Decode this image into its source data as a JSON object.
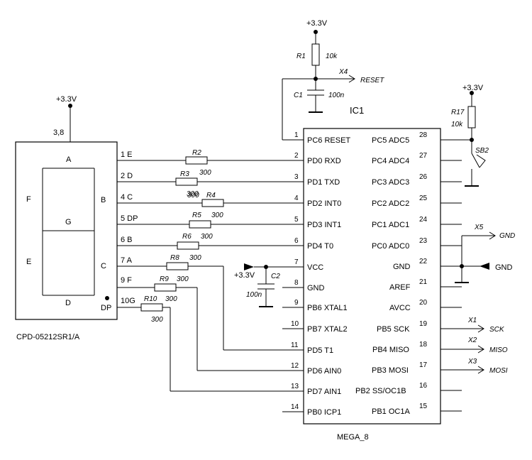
{
  "supply": {
    "top": "+3.3V",
    "display": "+3.3V",
    "button": "+3.3V",
    "vcc_side": "+3.3V"
  },
  "display": {
    "part": "CPD-05212SR1/A",
    "common_pins": "3,8",
    "segments": [
      "A",
      "B",
      "C",
      "D",
      "E",
      "F",
      "G"
    ],
    "dp": "DP"
  },
  "display_pins": [
    "1 E",
    "2 D",
    "4 C",
    "5 DP",
    "6 B",
    "7 A",
    "9 F",
    "10G"
  ],
  "resistors": {
    "r1": {
      "name": "R1",
      "value": "10k"
    },
    "r17": {
      "name": "R17",
      "value": "10k"
    },
    "series": [
      {
        "name": "R2",
        "value": "300"
      },
      {
        "name": "R3",
        "value": "300"
      },
      {
        "name": "R4",
        "value": "300"
      },
      {
        "name": "R5",
        "value": "300"
      },
      {
        "name": "R6",
        "value": "300"
      },
      {
        "name": "R8",
        "value": "300"
      },
      {
        "name": "R9",
        "value": "300"
      },
      {
        "name": "R10",
        "value": "300"
      }
    ]
  },
  "capacitors": {
    "c1": {
      "name": "C1",
      "value": "100n"
    },
    "c2": {
      "name": "C2",
      "value": "100n"
    }
  },
  "switch": {
    "name": "SB2"
  },
  "connectors": {
    "x4": {
      "name": "X4",
      "signal": "RESET"
    },
    "x5": {
      "name": "X5",
      "signal": "GND"
    },
    "x1": {
      "name": "X1",
      "signal": "SCK"
    },
    "x2": {
      "name": "X2",
      "signal": "MISO"
    },
    "x3": {
      "name": "X3",
      "signal": "MOSI"
    },
    "gnd": "GND"
  },
  "ic": {
    "ref": "IC1",
    "part": "MEGA_8",
    "left_pins": [
      {
        "num": "1",
        "name": "PC6 RESET"
      },
      {
        "num": "2",
        "name": "PD0 RXD"
      },
      {
        "num": "3",
        "name": "PD1 TXD"
      },
      {
        "num": "4",
        "name": "PD2 INT0"
      },
      {
        "num": "5",
        "name": "PD3 INT1"
      },
      {
        "num": "6",
        "name": "PD4 T0"
      },
      {
        "num": "7",
        "name": "VCC"
      },
      {
        "num": "8",
        "name": "GND"
      },
      {
        "num": "9",
        "name": "PB6 XTAL1"
      },
      {
        "num": "10",
        "name": "PB7 XTAL2"
      },
      {
        "num": "11",
        "name": "PD5 T1"
      },
      {
        "num": "12",
        "name": "PD6 AIN0"
      },
      {
        "num": "13",
        "name": "PD7 AIN1"
      },
      {
        "num": "14",
        "name": "PB0 ICP1"
      }
    ],
    "right_pins": [
      {
        "num": "28",
        "name": "PC5 ADC5"
      },
      {
        "num": "27",
        "name": "PC4 ADC4"
      },
      {
        "num": "26",
        "name": "PC3 ADC3"
      },
      {
        "num": "25",
        "name": "PC2 ADC2"
      },
      {
        "num": "24",
        "name": "PC1 ADC1"
      },
      {
        "num": "23",
        "name": "PC0 ADC0"
      },
      {
        "num": "22",
        "name": "GND"
      },
      {
        "num": "21",
        "name": "AREF"
      },
      {
        "num": "20",
        "name": "AVCC"
      },
      {
        "num": "19",
        "name": "PB5 SCK"
      },
      {
        "num": "18",
        "name": "PB4 MISO"
      },
      {
        "num": "17",
        "name": "PB3 MOSI"
      },
      {
        "num": "16",
        "name": "PB2 SS/OC1B"
      },
      {
        "num": "15",
        "name": "PB1 OC1A"
      }
    ]
  }
}
